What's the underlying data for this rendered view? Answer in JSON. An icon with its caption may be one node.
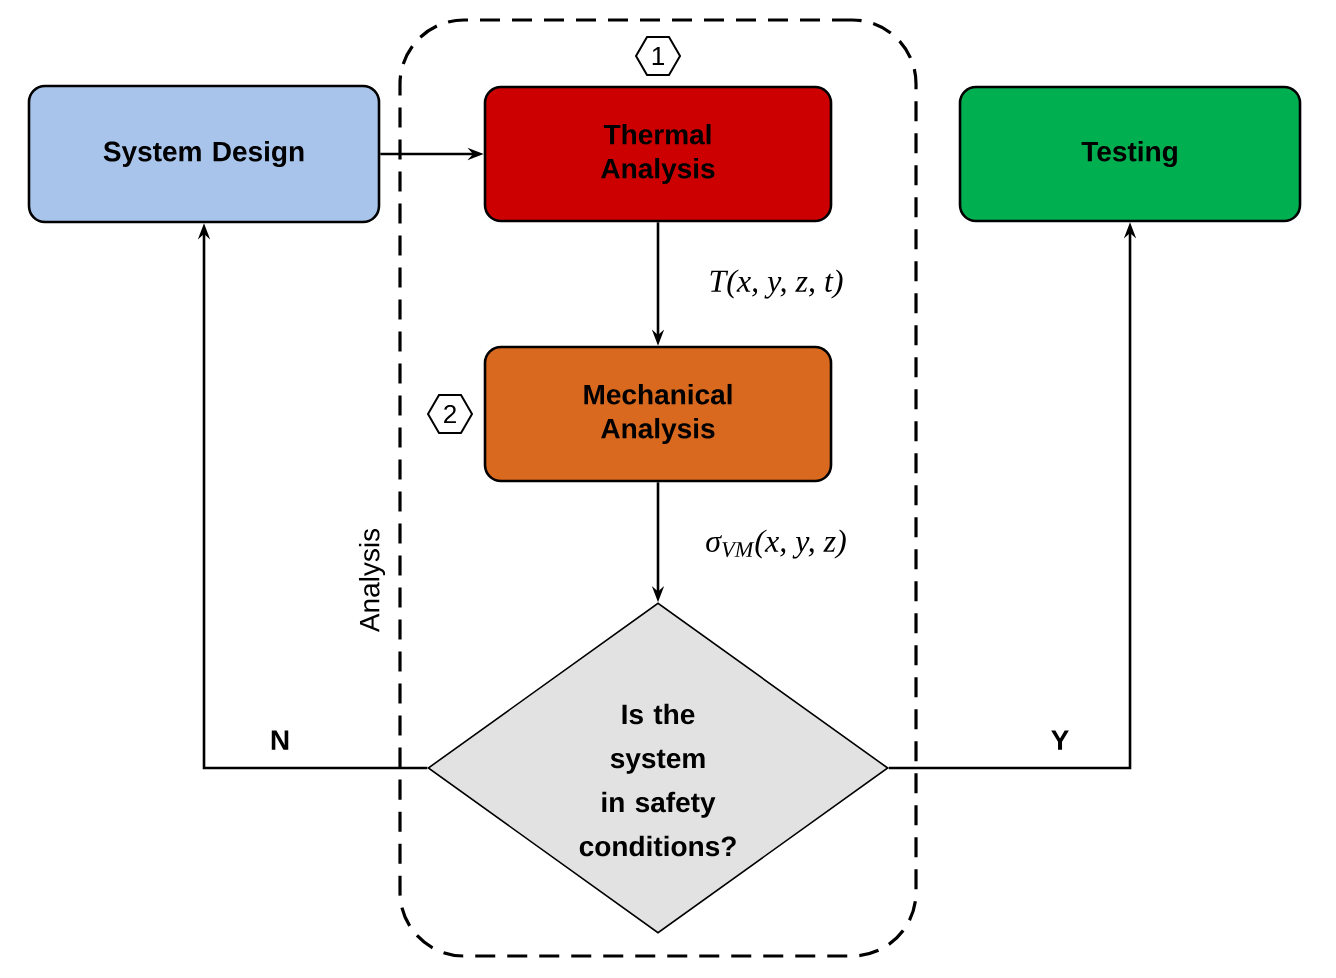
{
  "diagram": {
    "nodes": [
      {
        "text": [
          "System Design"
        ]
      },
      {
        "text": [
          "Analysis"
        ]
      },
      {
        "text": [
          "1"
        ],
        "in": 1
      },
      {
        "text": [
          "Thermal Analysis"
        ],
        "in": 1
      },
      {
        "text": [
          "2"
        ],
        "in": 1
      },
      {
        "text": [
          "Mechanical Analysis"
        ],
        "in": 1
      },
      {
        "text": [
          "Is the system in safety conditions?"
        ],
        "in": 1
      },
      {
        "text": [
          "Testing"
        ]
      }
    ],
    "edges": [
      {
        "from": 0,
        "to": 3,
        "arrow": "to"
      },
      {
        "from": 3,
        "to": 5,
        "arrow": "to",
        "label": "T(x, y, z, t)"
      },
      {
        "from": 5,
        "to": 6,
        "arrow": "to",
        "label": "σ$_{VM}$(x, y, z)"
      },
      {
        "from": 6,
        "to": 0,
        "arrow": "to",
        "label": "N"
      },
      {
        "from": 6,
        "to": 7,
        "arrow": "to",
        "label": "Y"
      }
    ]
  }
}
